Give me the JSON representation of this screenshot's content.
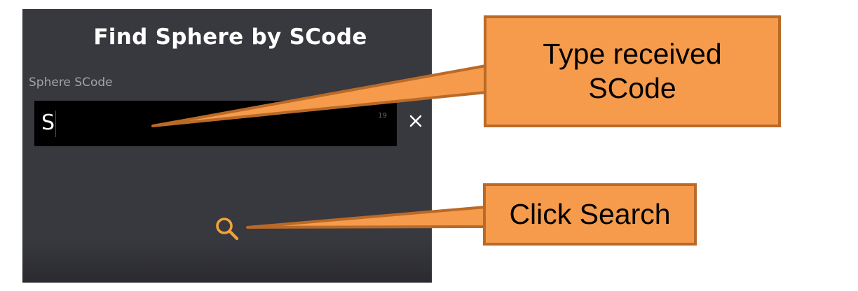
{
  "dialog": {
    "title": "Find Sphere by SCode",
    "field_label": "Sphere SCode",
    "field_value": "S",
    "char_counter": "19",
    "clear_icon": "close-icon",
    "search_icon": "search-icon"
  },
  "callouts": {
    "type_scode": "Type received SCode",
    "click_search": "Click Search"
  },
  "colors": {
    "panel_bg": "#38383f",
    "input_bg": "#000000",
    "accent_search": "#f0a33b",
    "callout_fill": "#f59b4b",
    "callout_border": "#b96a28"
  }
}
